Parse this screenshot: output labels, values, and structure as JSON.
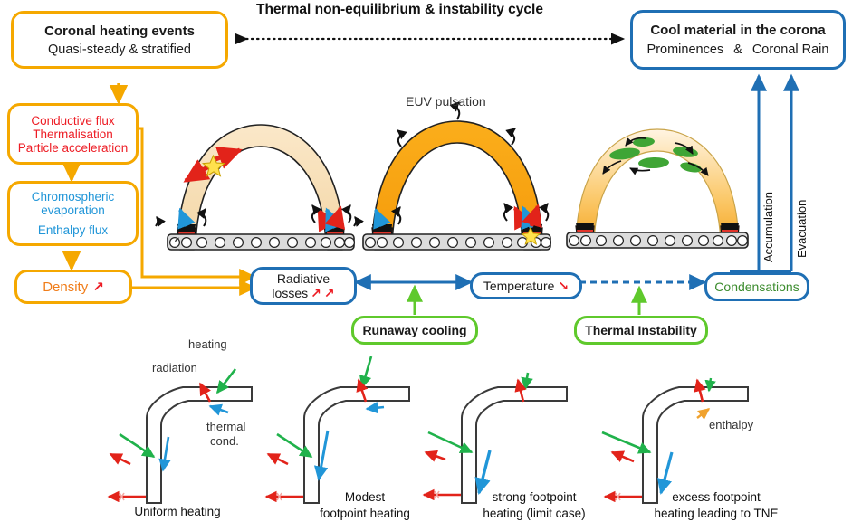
{
  "figure": {
    "title": "Thermal non-equilibrium & instability cycle"
  },
  "boxes": {
    "coronal_heating": {
      "line1": "Coronal heating events",
      "line2": "Quasi-steady & stratified",
      "color": "#F5A800"
    },
    "conductive": {
      "line1": "Conductive flux",
      "line2": "Thermalisation",
      "line3": "Particle acceleration",
      "color": "#F5A800",
      "text_color": "#ED1C24"
    },
    "chromospheric": {
      "line1": "Chromospheric",
      "line2": "evaporation",
      "line3": "Enthalpy flux",
      "color": "#F5A800",
      "text_color": "#2196D8"
    },
    "density": {
      "label": "Density",
      "arrow": "↗",
      "color": "#F5A800",
      "text_color": "#F07D1A"
    },
    "radiative": {
      "line1": "Radiative",
      "line2": "losses",
      "arrow1": "↗",
      "arrow2": "↗",
      "color": "#1F6FB4"
    },
    "temperature": {
      "label": "Temperature",
      "arrow": "↘",
      "color": "#1F6FB4"
    },
    "condensations": {
      "label": "Condensations",
      "color": "#1F6FB4",
      "text_color": "#3C8C2E"
    },
    "runaway": {
      "label": "Runaway cooling",
      "color": "#5FC92C"
    },
    "thermal_instability": {
      "label": "Thermal Instability",
      "color": "#5FC92C"
    },
    "cool_material": {
      "line1": "Cool material in the corona",
      "sub_left": "Prominences",
      "sub_mid": "&",
      "sub_right": "Coronal Rain",
      "color": "#1F6FB4"
    }
  },
  "annotations": {
    "euv_pulsation": "EUV pulsation",
    "accumulation": "Accumulation",
    "evacuation": "Evacuation"
  },
  "bottom": {
    "legend": {
      "heating": "heating",
      "radiation": "radiation",
      "thermal_cond_l1": "thermal",
      "thermal_cond_l2": "cond.",
      "enthalpy": "enthalpy"
    },
    "panels": [
      {
        "caption_l1": "Uniform heating",
        "caption_l2": ""
      },
      {
        "caption_l1": "Modest",
        "caption_l2": "footpoint heating"
      },
      {
        "caption_l1": "strong footpoint",
        "caption_l2": "heating (limit case)"
      },
      {
        "caption_l1": "excess footpoint",
        "caption_l2": "heating leading to TNE"
      }
    ]
  },
  "colors": {
    "orange_border": "#F5A800",
    "blue_border": "#1F6FB4",
    "green_border": "#5FC92C",
    "red_arrow": "#E2231A",
    "green_arrow": "#20B24B",
    "blue_arrow": "#2196D8",
    "loop_cream": "#F7DEB4",
    "loop_orange": "#F7A11A",
    "condensation_green": "#3FA535"
  }
}
